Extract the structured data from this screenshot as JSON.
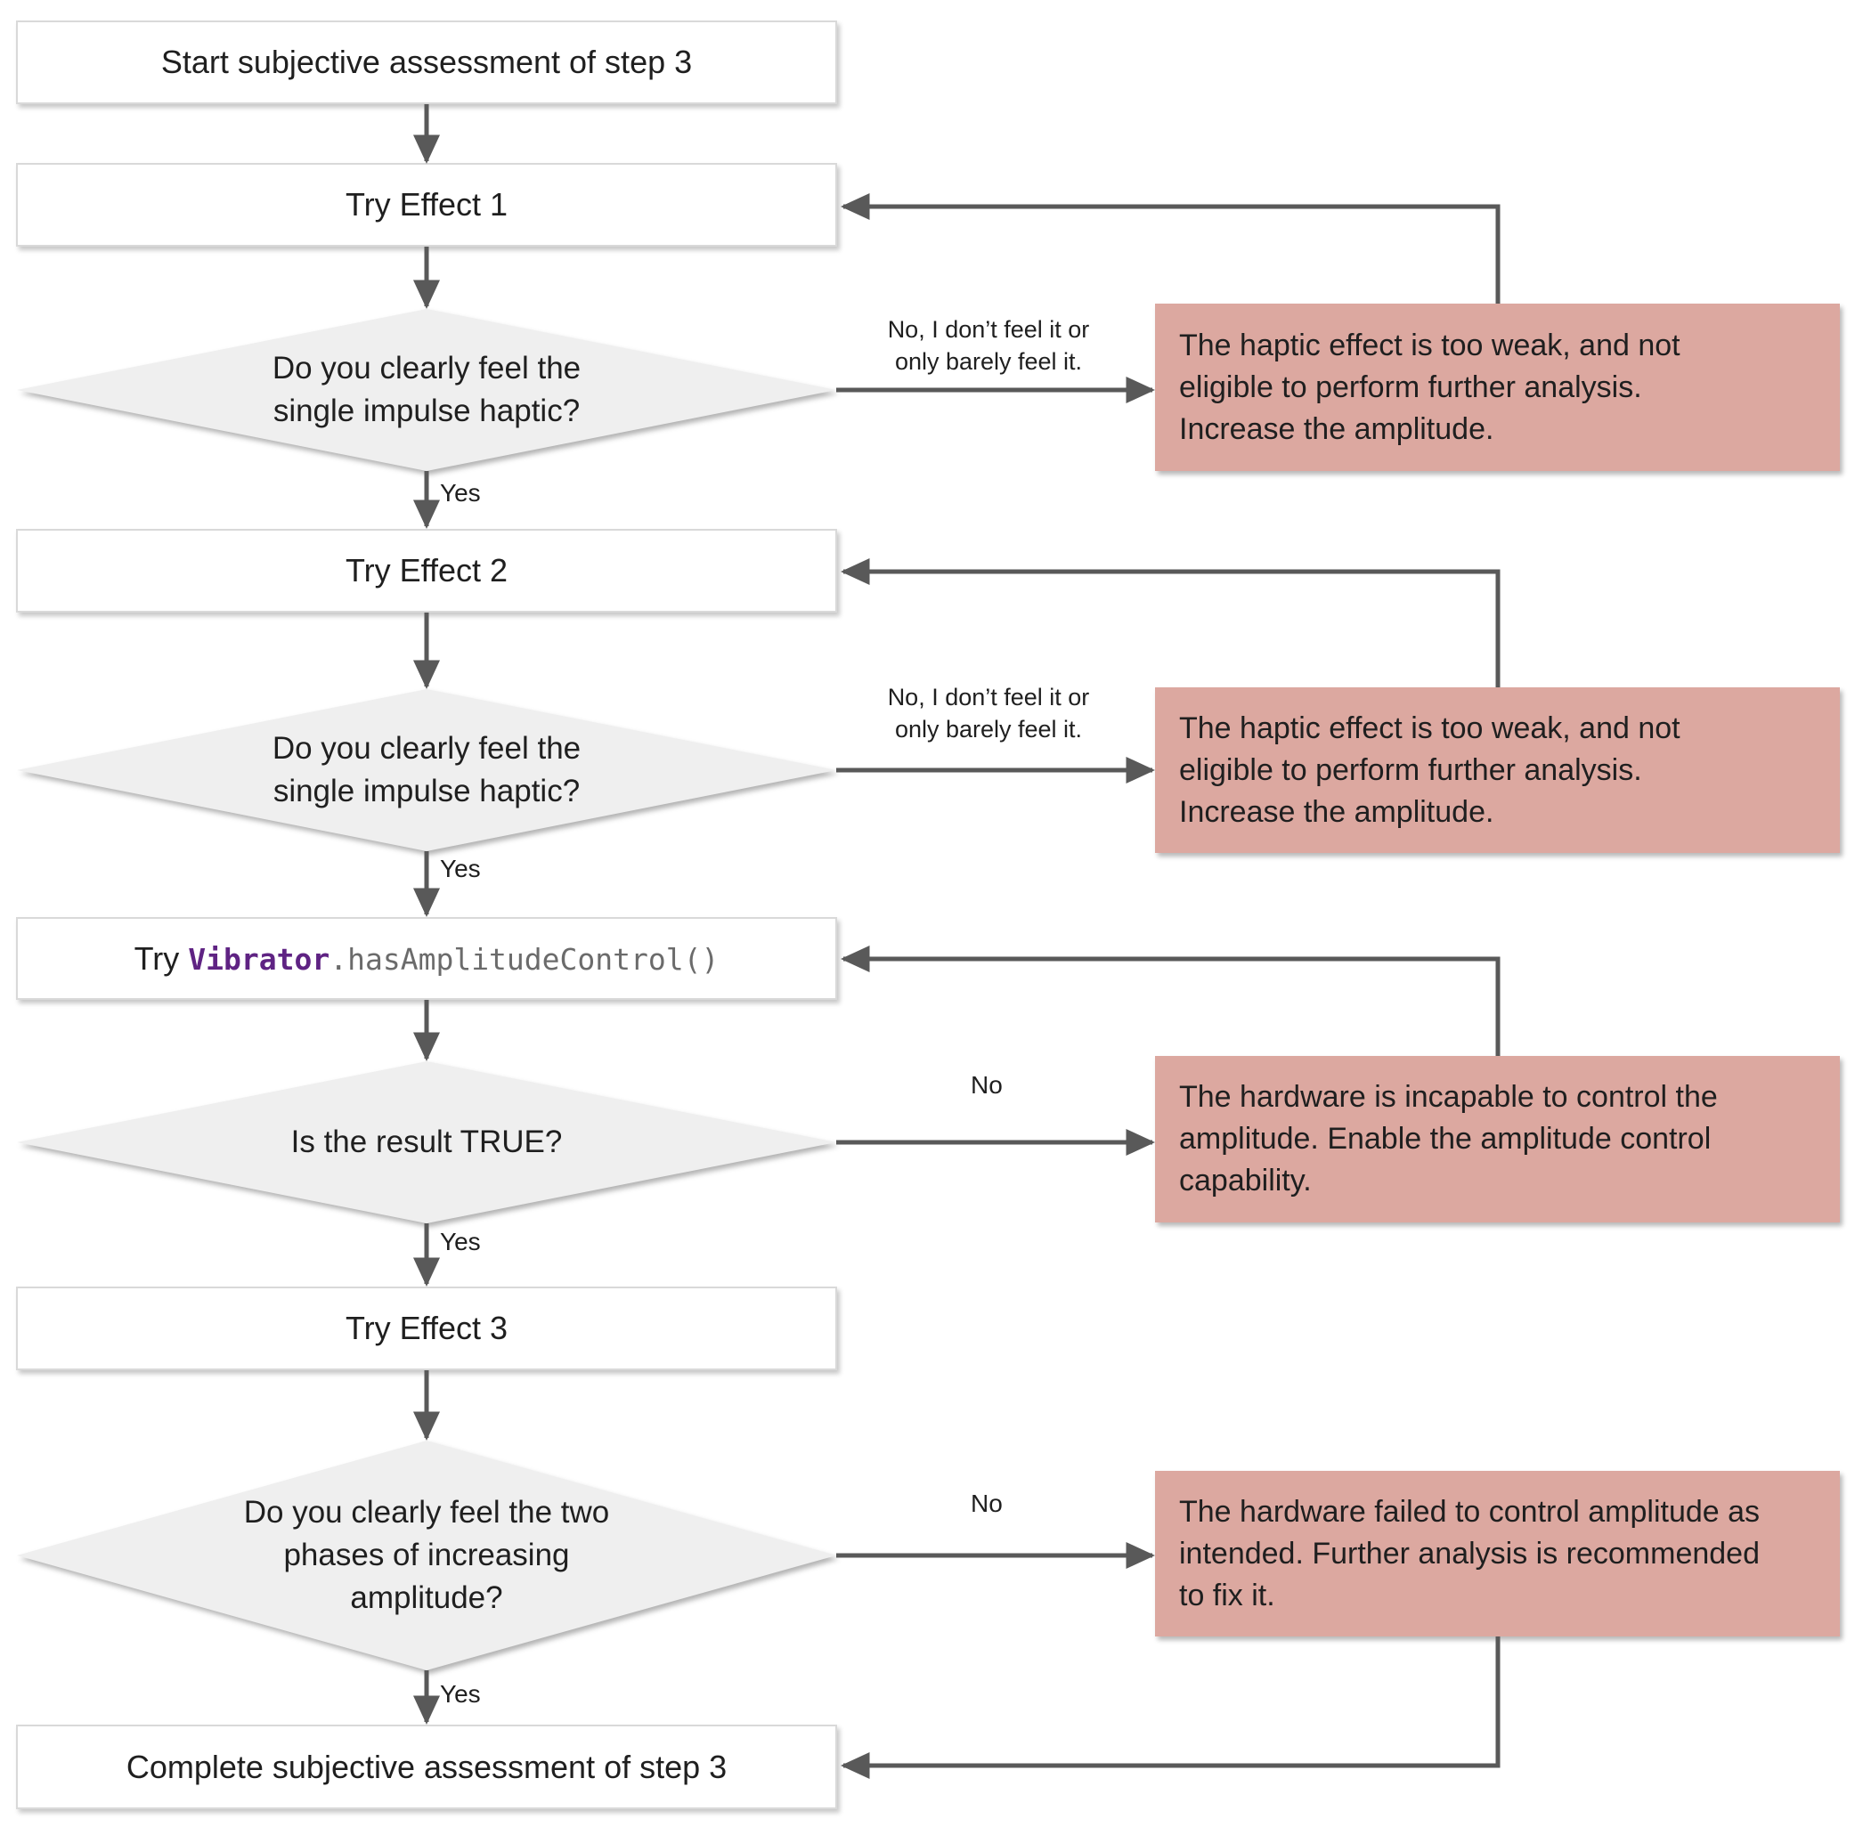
{
  "colors": {
    "node_fill": "#ffffff",
    "node_border": "#d9d9d9",
    "diamond_fill": "#efefef",
    "alert_fill": "#dca8a0",
    "arrow": "#595959",
    "text": "#1f1f1f",
    "code_class_color": "#5f2383",
    "code_method_color": "#6b6b6b"
  },
  "nodes": {
    "start": {
      "label": "Start subjective assessment of step 3"
    },
    "try_effect_1": {
      "label": "Try Effect 1"
    },
    "decision_feel_1": {
      "lines": [
        "Do you clearly feel the",
        "single impulse haptic?"
      ]
    },
    "try_effect_2": {
      "label": "Try Effect 2"
    },
    "decision_feel_2": {
      "lines": [
        "Do you clearly feel the",
        "single impulse haptic?"
      ]
    },
    "code_step": {
      "prefix": "Try ",
      "code_class": "Vibrator",
      "code_method": ".hasAmplitudeControl()"
    },
    "decision_result_true": {
      "lines": [
        "Is the result TRUE?"
      ]
    },
    "try_effect_3": {
      "label": "Try Effect 3"
    },
    "decision_two_phases": {
      "lines": [
        "Do you clearly feel the two",
        "phases of increasing",
        "amplitude?"
      ]
    },
    "complete": {
      "label": "Complete subjective assessment of step 3"
    }
  },
  "alerts": {
    "too_weak_1": {
      "lines": [
        "The haptic effect is too weak, and not",
        "eligible to perform further analysis.",
        "Increase the amplitude."
      ]
    },
    "too_weak_2": {
      "lines": [
        "The haptic effect is too weak, and not",
        "eligible to perform further analysis.",
        "Increase the amplitude."
      ]
    },
    "incapable": {
      "lines": [
        "The hardware is incapable to control the",
        "amplitude. Enable the amplitude control",
        "capability."
      ]
    },
    "failed": {
      "lines": [
        "The hardware failed to control amplitude as",
        "intended. Further analysis is recommended",
        "to fix it."
      ]
    }
  },
  "edge_labels": {
    "no_feel_1": {
      "lines": [
        "No, I don’t feel it or",
        "only barely feel it."
      ]
    },
    "no_feel_2": {
      "lines": [
        "No, I don’t feel it or",
        "only barely feel it."
      ]
    },
    "yes_1": "Yes",
    "yes_2": "Yes",
    "yes_3": "Yes",
    "yes_4": "Yes",
    "no_1": "No",
    "no_2": "No"
  }
}
